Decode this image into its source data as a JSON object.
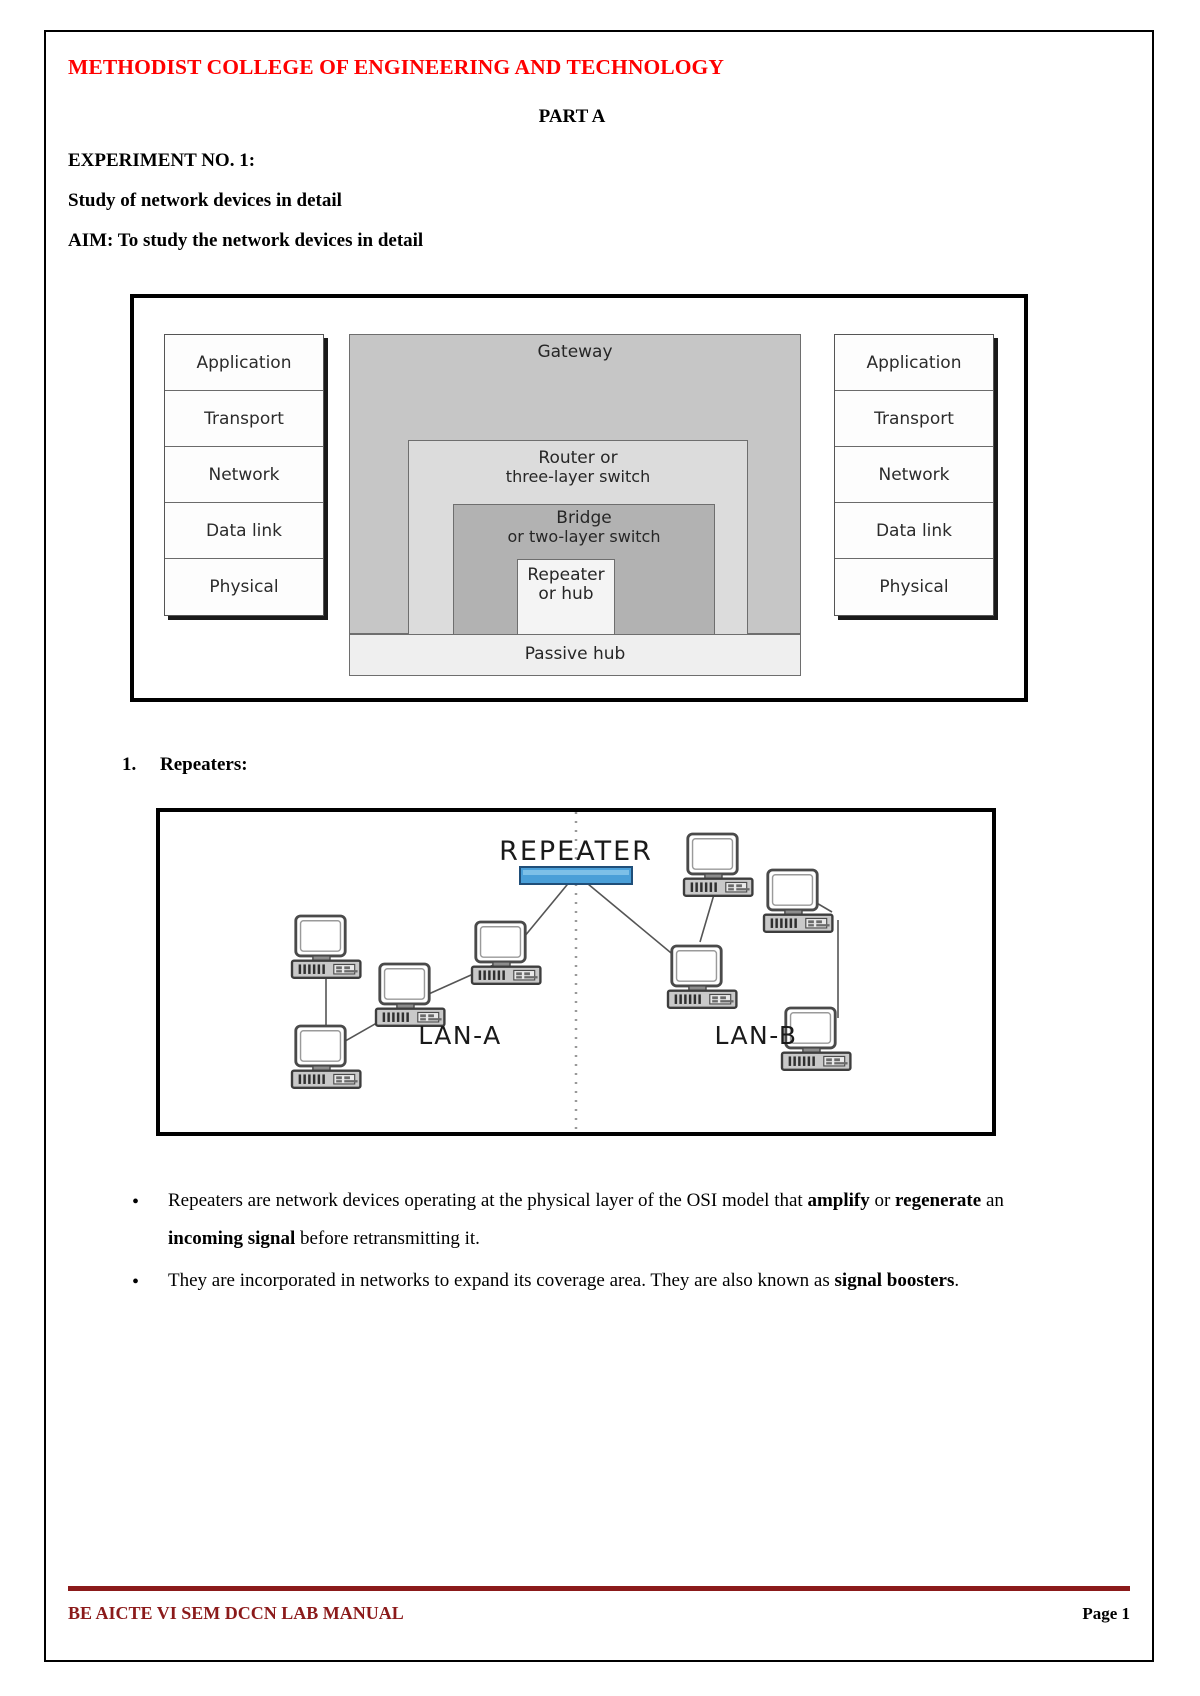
{
  "document": {
    "college_title": "METHODIST COLLEGE OF ENGINEERING AND TECHNOLOGY",
    "part_label": "PART A",
    "experiment_no": "EXPERIMENT NO. 1:",
    "experiment_title": "Study of network devices in detail",
    "aim": "AIM: To study the network devices in detail"
  },
  "figure_osi": {
    "osi_layers_left": [
      "Application",
      "Transport",
      "Network",
      "Data link",
      "Physical"
    ],
    "osi_layers_right": [
      "Application",
      "Transport",
      "Network",
      "Data link",
      "Physical"
    ],
    "devices": {
      "gateway": "Gateway",
      "router_line1": "Router or",
      "router_line2": "three-layer switch",
      "bridge_line1": "Bridge",
      "bridge_line2": "or two-layer switch",
      "repeater_line1": "Repeater",
      "repeater_line2": "or hub",
      "passive_hub": "Passive hub"
    },
    "colors": {
      "gateway_fill": "#c6c6c6",
      "router_fill": "#dcdcdc",
      "bridge_fill": "#b2b2b2",
      "repeater_fill": "#f4f4f4",
      "passive_fill": "#efefef",
      "border": "#6e6e6e"
    }
  },
  "section": {
    "number": "1.",
    "title": "Repeaters:"
  },
  "figure_repeater": {
    "title_label": "REPEATER",
    "lan_a_label": "LAN-A",
    "lan_b_label": "LAN-B",
    "repeater_bar_color": "#4a9fd8",
    "divider_style": "dotted-vertical",
    "node_count_lan_a": 4,
    "node_count_lan_b": 4
  },
  "bullets": [
    {
      "parts": [
        {
          "text": "Repeaters are network devices operating at the physical layer of the OSI model that ",
          "bold": false
        },
        {
          "text": "amplify",
          "bold": true
        },
        {
          "text": " or ",
          "bold": false
        },
        {
          "text": "regenerate",
          "bold": true
        },
        {
          "text": " an ",
          "bold": false
        },
        {
          "text": "incoming signal",
          "bold": true
        },
        {
          "text": " before retransmitting it.",
          "bold": false
        }
      ]
    },
    {
      "parts": [
        {
          "text": "They are incorporated in networks to expand its coverage area. They are also known as ",
          "bold": false
        },
        {
          "text": "signal boosters",
          "bold": true
        },
        {
          "text": ".",
          "bold": false
        }
      ]
    }
  ],
  "footer": {
    "left_text": "BE AICTE VI SEM DCCN LAB MANUAL",
    "page_label": "Page 1",
    "rule_color": "#8b1a1a"
  }
}
